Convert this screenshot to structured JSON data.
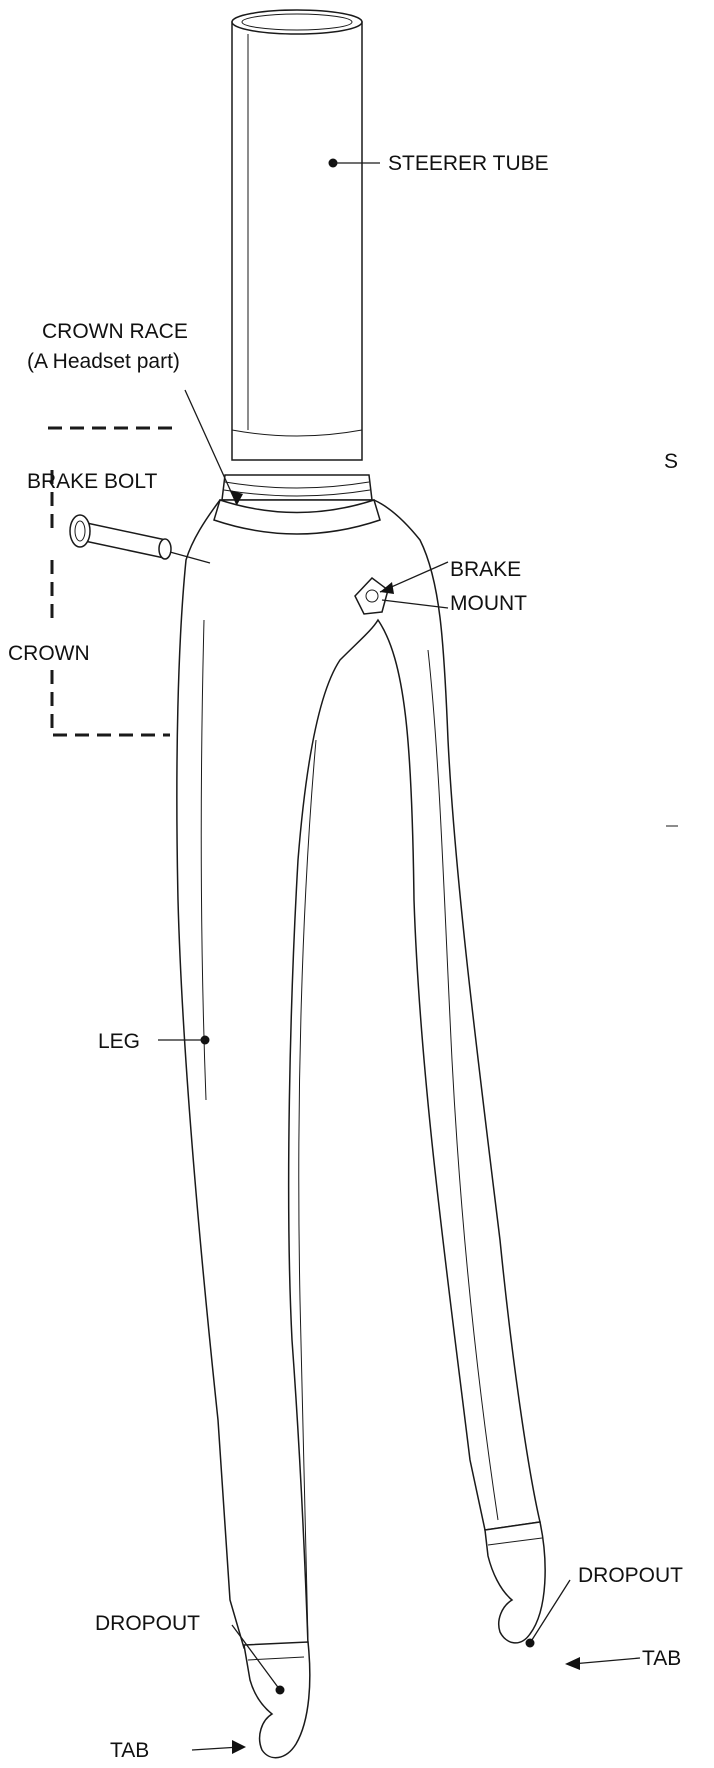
{
  "labels": {
    "steerer_tube": "STEERER TUBE",
    "crown_race_line1": "CROWN RACE",
    "crown_race_line2": "(A Headset part)",
    "brake_bolt": "BRAKE BOLT",
    "crown": "CROWN",
    "brake_line1": "BRAKE",
    "brake_line2": "MOUNT",
    "leg": "LEG",
    "dropout_right": "DROPOUT",
    "tab_right": "TAB",
    "dropout_left": "DROPOUT",
    "tab_left": "TAB",
    "stray_letter": "S"
  }
}
